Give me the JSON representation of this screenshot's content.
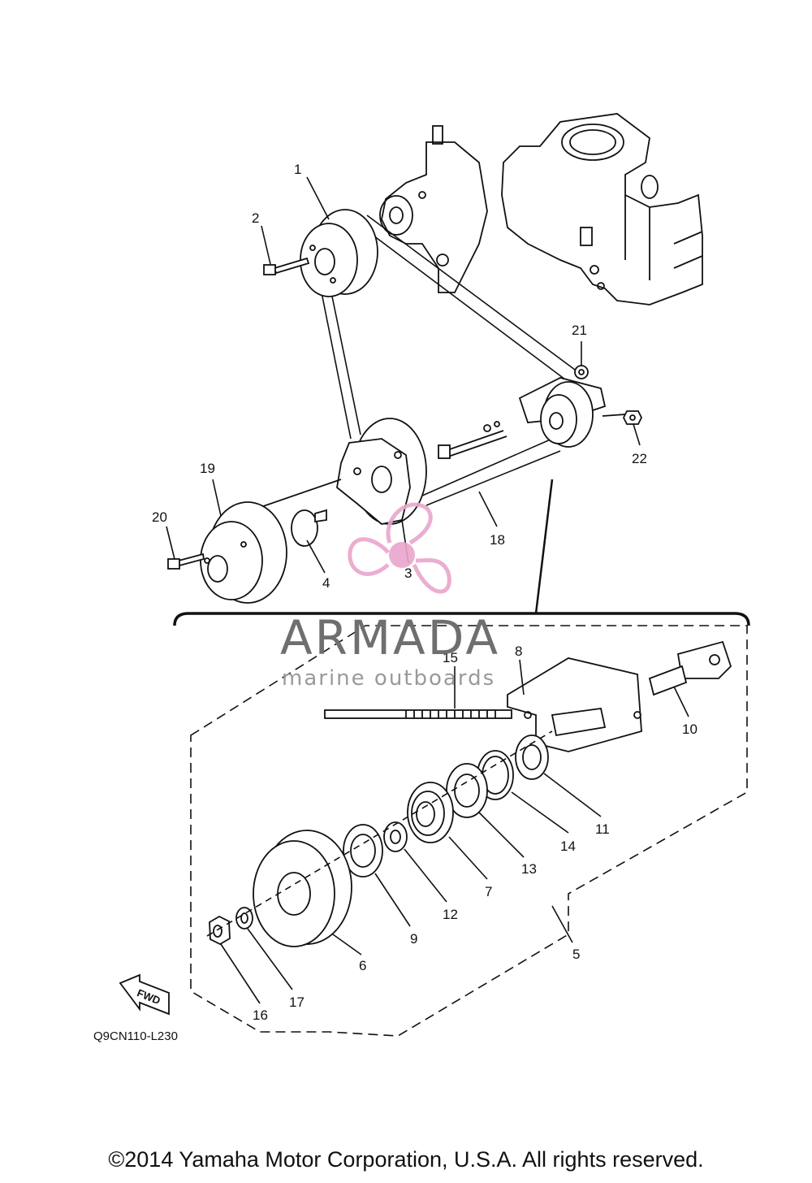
{
  "diagram": {
    "part_labels": {
      "p1": "1",
      "p2": "2",
      "p3": "3",
      "p4": "4",
      "p5": "5",
      "p6": "6",
      "p7": "7",
      "p8": "8",
      "p9": "9",
      "p10": "10",
      "p11": "11",
      "p12": "12",
      "p13": "13",
      "p14": "14",
      "p15": "15",
      "p16": "16",
      "p17": "17",
      "p18": "18",
      "p19": "19",
      "p20": "20",
      "p21": "21",
      "p22": "22"
    },
    "fwd_label": "FWD",
    "drawing_code": "Q9CN110-L230"
  },
  "watermark": {
    "title": "ARMADA",
    "subtitle": "marine outboards",
    "accent_color": "#e9a6cb"
  },
  "footer": {
    "copyright": "©2014 Yamaha Motor Corporation, U.S.A. All rights reserved."
  }
}
